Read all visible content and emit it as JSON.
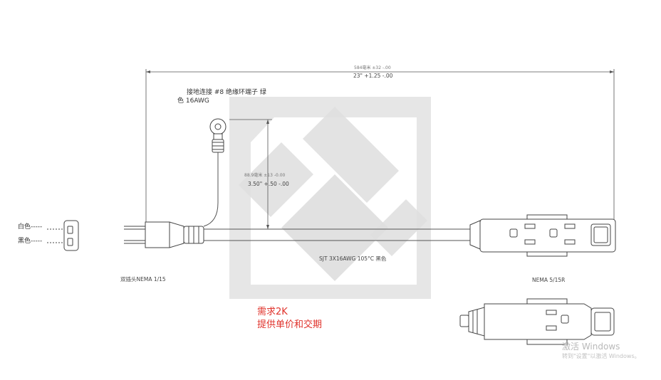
{
  "dimensions": {
    "total_length_mm": "584毫米 ±32 -.00",
    "total_length_in": "23\" +1.25 -.00",
    "drop_mm": "88.9毫米 ±13 -0.00",
    "drop_in": "3.50\" +.50 -.00"
  },
  "ground": {
    "line1": "接地连接 #8 绝缘环端子 绿",
    "line2": "色 16AWG"
  },
  "plug": {
    "white_label": "白色-----",
    "black_label": "黑色-----",
    "type_label": "双插头NEMA 1/15"
  },
  "cable": {
    "spec": "SJT 3X16AWG 105°C 黑色"
  },
  "outlet": {
    "type_label": "NEMA 5/15R"
  },
  "request": {
    "line1": "需求2K",
    "line2": "提供单价和交期"
  },
  "activation": {
    "title": "激活 Windows",
    "subtitle": "转到\"设置\"以激活 Windows。"
  },
  "colors": {
    "line": "#555555",
    "watermark": "#d9d9d9",
    "request_text": "#e0322b"
  }
}
